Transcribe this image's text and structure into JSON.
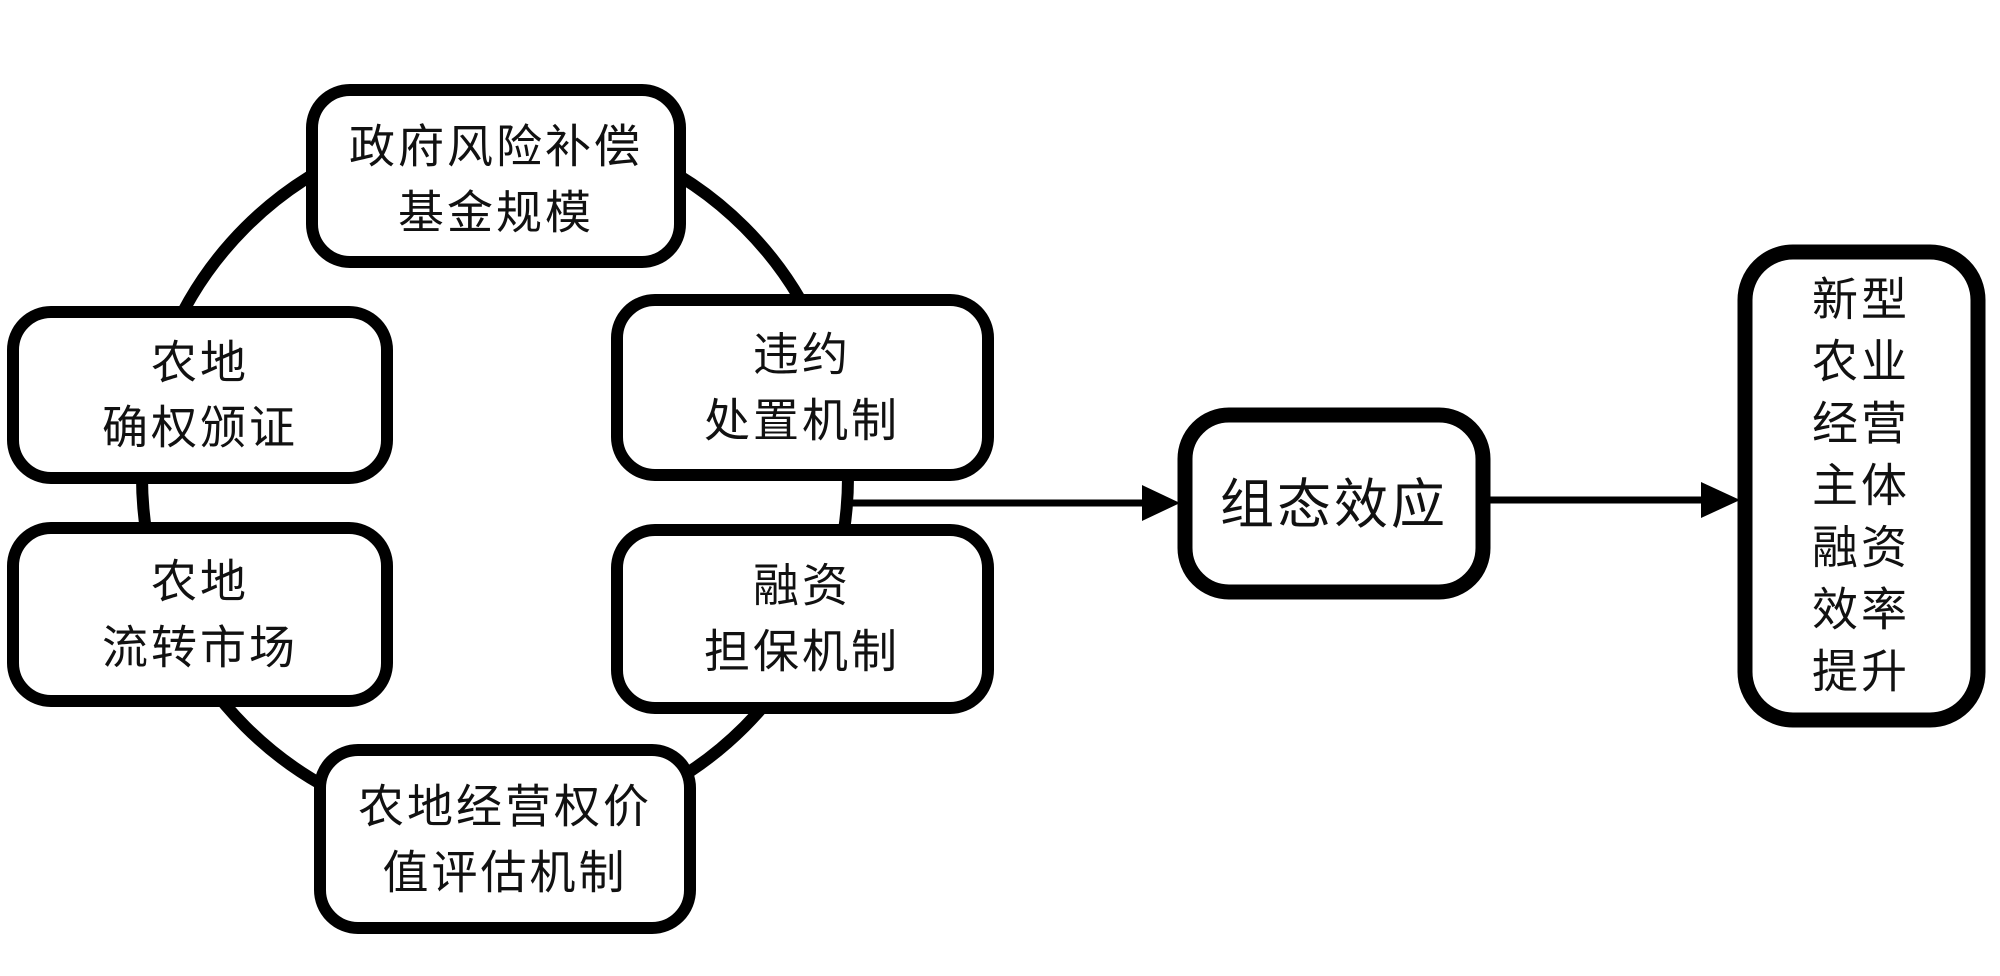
{
  "colors": {
    "line": "#000000",
    "box_fill": "#ffffff",
    "background": "#ffffff",
    "text": "#111111"
  },
  "diagram": {
    "antecedent_boxes": [
      {
        "id": "government-risk-compensation-fund-scale",
        "lines": [
          "政府风险补偿",
          "基金规模"
        ]
      },
      {
        "id": "farmland-rights-certification",
        "lines": [
          "农地",
          "确权颁证"
        ]
      },
      {
        "id": "farmland-transfer-market",
        "lines": [
          "农地",
          "流转市场"
        ]
      },
      {
        "id": "default-disposal-mechanism",
        "lines": [
          "违约",
          "处置机制"
        ]
      },
      {
        "id": "financing-guarantee-mechanism",
        "lines": [
          "融资",
          "担保机制"
        ]
      },
      {
        "id": "farmland-right-value-assessment",
        "lines": [
          "农地经营权价",
          "值评估机制"
        ]
      }
    ],
    "mediator_box": {
      "label": "组态效应"
    },
    "outcome_box": {
      "lines": [
        "新型",
        "农业",
        "经营",
        "主体",
        "融资",
        "效率",
        "提升"
      ]
    }
  }
}
